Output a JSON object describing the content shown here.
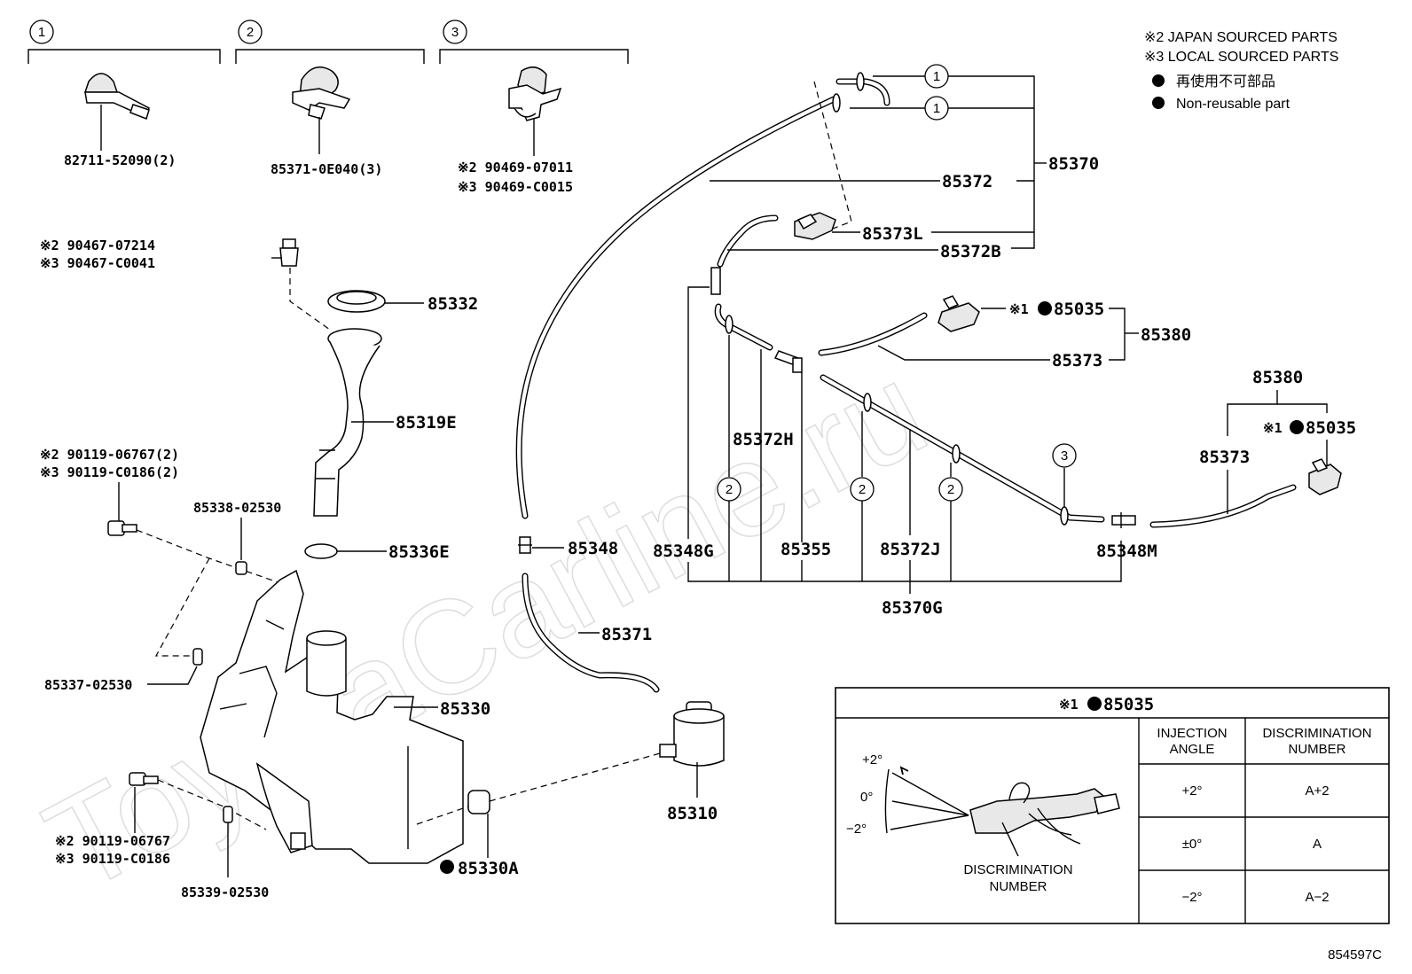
{
  "watermark": "ToyotaCarline.ru",
  "drawing_number": "854597C",
  "notes": {
    "japan": "※2 JAPAN SOURCED PARTS",
    "local": "※3 LOCAL SOURCED PARTS",
    "non_reusable_jp": "再使用不可部品",
    "non_reusable_en": "Non-reusable part"
  },
  "insets": [
    {
      "num": "1",
      "label": "82711-52090(2)"
    },
    {
      "num": "2",
      "label": "85371-0E040(3)"
    },
    {
      "num": "3",
      "label_a": "※2 90469-07011",
      "label_b": "※3 90469-C0015"
    }
  ],
  "callout_num": {
    "one": "1",
    "two": "2",
    "three": "3"
  },
  "labels": {
    "clip_a": "※2 90467-07214",
    "clip_b": "※3 90467-C0041",
    "p85332": "85332",
    "p85319e": "85319E",
    "bolt_a": "※2 90119-06767(2)",
    "bolt_b": "※3 90119-C0186(2)",
    "p85338": "85338-02530",
    "p85336e": "85336E",
    "p85337": "85337-02530",
    "p85330": "85330",
    "bolt2_a": "※2 90119-06767",
    "bolt2_b": "※3 90119-C0186",
    "p85339": "85339-02530",
    "p85330a": "85330A",
    "p85348": "85348",
    "p85371": "85371",
    "p85310": "85310",
    "p85370": "85370",
    "p85372": "85372",
    "p85373l": "85373L",
    "p85372b": "85372B",
    "p85035_mark": "※1",
    "p85035": "85035",
    "p85380": "85380",
    "p85373": "85373",
    "p85372h": "85372H",
    "p85348g": "85348G",
    "p85355": "85355",
    "p85372j": "85372J",
    "p85370g": "85370G",
    "p85348m": "85348M",
    "p85380_r": "85380",
    "p85035_r_mark": "※1",
    "p85035_r": "85035",
    "p85373_r": "85373"
  },
  "table": {
    "title_mark": "※1",
    "title_part": "85035",
    "headers": [
      {
        "line1": "INJECTION",
        "line2": "ANGLE"
      },
      {
        "line1": "DISCRIMINATION",
        "line2": "NUMBER"
      }
    ],
    "rows": [
      {
        "angle": "+2°",
        "number": "A+2"
      },
      {
        "angle": "±0°",
        "number": "A"
      },
      {
        "angle": "−2°",
        "number": "A−2"
      }
    ],
    "angle_marks": [
      "+2°",
      "0°",
      "−2°"
    ],
    "caption_1": "DISCRIMINATION",
    "caption_2": "NUMBER"
  }
}
